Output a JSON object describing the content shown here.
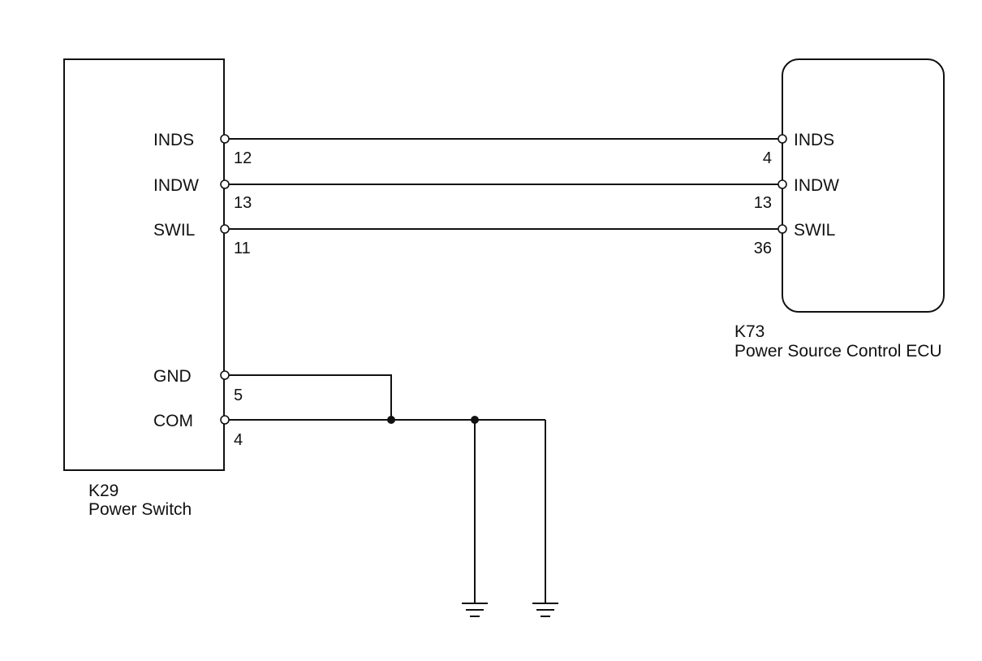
{
  "components": [
    {
      "id": "K29",
      "name": "Power Switch"
    },
    {
      "id": "K73",
      "name": "Power Source Control ECU"
    }
  ],
  "k29_pins": [
    {
      "signal": "INDS",
      "pin": "12"
    },
    {
      "signal": "INDW",
      "pin": "13"
    },
    {
      "signal": "SWIL",
      "pin": "11"
    },
    {
      "signal": "GND",
      "pin": "5"
    },
    {
      "signal": "COM",
      "pin": "4"
    }
  ],
  "k73_pins": [
    {
      "signal": "INDS",
      "pin": "4"
    },
    {
      "signal": "INDW",
      "pin": "13"
    },
    {
      "signal": "SWIL",
      "pin": "36"
    }
  ],
  "connections": [
    {
      "from": "K29.INDS",
      "to": "K73.INDS"
    },
    {
      "from": "K29.INDW",
      "to": "K73.INDW"
    },
    {
      "from": "K29.SWIL",
      "to": "K73.SWIL"
    },
    {
      "from": "K29.GND",
      "to": "ground"
    },
    {
      "from": "K29.COM",
      "to": "ground"
    }
  ]
}
